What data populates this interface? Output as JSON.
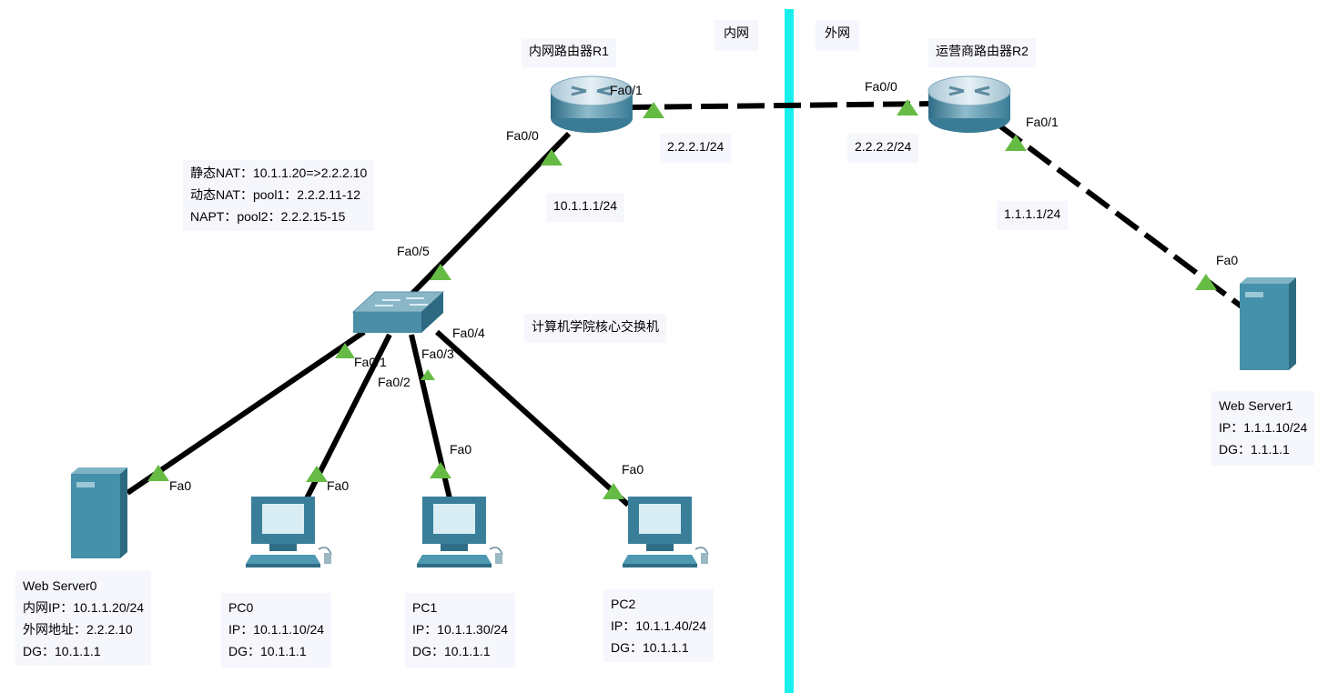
{
  "zones": {
    "inner": "内网",
    "outer": "外网"
  },
  "devices": {
    "r1": {
      "name": "内网路由器R1"
    },
    "r2": {
      "name": "运营商路由器R2"
    },
    "switch": {
      "name": "计算机学院核心交换机"
    },
    "web_server0": {
      "lines": [
        "Web Server0",
        "内网IP：10.1.1.20/24",
        "外网地址：2.2.2.10",
        "DG：10.1.1.1"
      ]
    },
    "pc0": {
      "lines": [
        "PC0",
        "IP：10.1.1.10/24",
        "DG：10.1.1.1"
      ]
    },
    "pc1": {
      "lines": [
        "PC1",
        "IP：10.1.1.30/24",
        "DG：10.1.1.1"
      ]
    },
    "pc2": {
      "lines": [
        "PC2",
        "IP：10.1.1.40/24",
        "DG：10.1.1.1"
      ]
    },
    "web_server1": {
      "lines": [
        "Web Server1",
        "IP：1.1.1.10/24",
        "DG：1.1.1.1"
      ]
    }
  },
  "nat_notes": [
    "静态NAT：10.1.1.20=>2.2.2.10",
    "动态NAT：pool1：2.2.2.11-12",
    "NAPT：pool2：2.2.2.15-15"
  ],
  "addresses": {
    "r1_fa00": "10.1.1.1/24",
    "r1_fa01": "2.2.2.1/24",
    "r2_fa00": "2.2.2.2/24",
    "r2_fa01": "1.1.1.1/24"
  },
  "ports": {
    "r1_fa00": "Fa0/0",
    "r1_fa01": "Fa0/1",
    "r2_fa00": "Fa0/0",
    "r2_fa01": "Fa0/1",
    "sw_fa05": "Fa0/5",
    "sw_fa01": "Fa0/1",
    "sw_fa02": "Fa0/2",
    "sw_fa03": "Fa0/3",
    "sw_fa04": "Fa0/4",
    "ws0_fa0": "Fa0",
    "pc0_fa0": "Fa0",
    "pc1_fa0": "Fa0",
    "pc2_fa0": "Fa0",
    "ws1_fa0": "Fa0"
  },
  "colors": {
    "divider": "#19f0ee",
    "link_up": "#66bb44",
    "device_body": "#3d8ea8",
    "note_bg": "#f6f7fc"
  }
}
